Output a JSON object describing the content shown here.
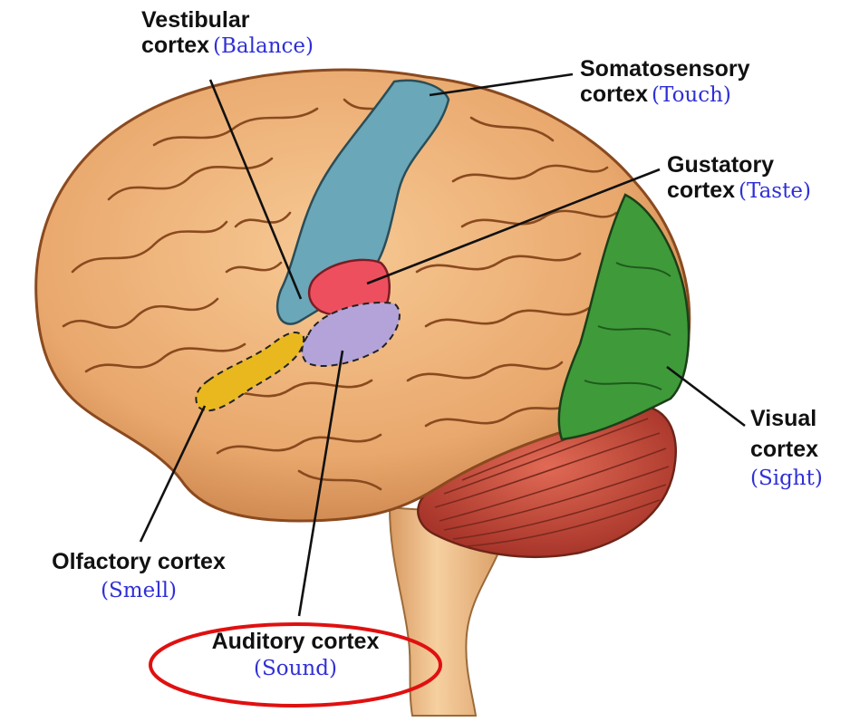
{
  "labels": {
    "vestibular": {
      "line1": "Vestibular",
      "line2": "cortex",
      "sense": "(Balance)"
    },
    "somatosensory": {
      "line1": "Somatosensory",
      "line2": "cortex",
      "sense": "(Touch)"
    },
    "gustatory": {
      "line1": "Gustatory",
      "line2": "cortex",
      "sense": "(Taste)"
    },
    "visual": {
      "line1": "Visual",
      "line2": "cortex",
      "sense": "(Sight)"
    },
    "olfactory": {
      "line1": "Olfactory cortex",
      "sense": "(Smell)"
    },
    "auditory": {
      "line1": "Auditory cortex",
      "sense": "(Sound)"
    }
  },
  "colors": {
    "cerebrum": "#e9a86d",
    "gyri_highlight": "#f6c58e",
    "sulci": "#8a4a1f",
    "somatosensory": "#6aa7b8",
    "gustatory": "#ee4f5e",
    "auditory": "#b3a3d9",
    "olfactory": "#e8b81e",
    "visual": "#3f9a3a",
    "cerebellum": "#cc4a3a",
    "brainstem": "#f0c08c",
    "label_sense": "#2f2fd8",
    "highlight_ellipse": "#e01010"
  }
}
